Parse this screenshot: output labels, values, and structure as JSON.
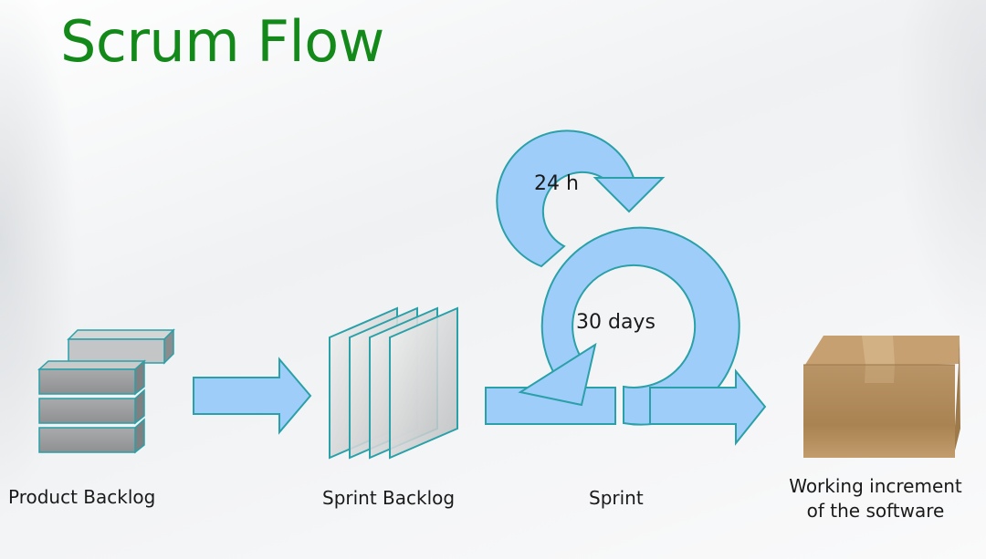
{
  "title": "Scrum Flow",
  "labels": {
    "product_backlog": "Product Backlog",
    "sprint_backlog": "Sprint Backlog",
    "sprint": "Sprint",
    "working_increment_line1": "Working increment",
    "working_increment_line2": "of the software",
    "daily_cycle": "24 h",
    "sprint_cycle": "30 days"
  },
  "colors": {
    "title": "#13891a",
    "arrow_fill": "#9fcdf9",
    "arrow_stroke": "#2aa0a8",
    "backlog_block": "#9a9c9d",
    "box": "#b08a58"
  }
}
